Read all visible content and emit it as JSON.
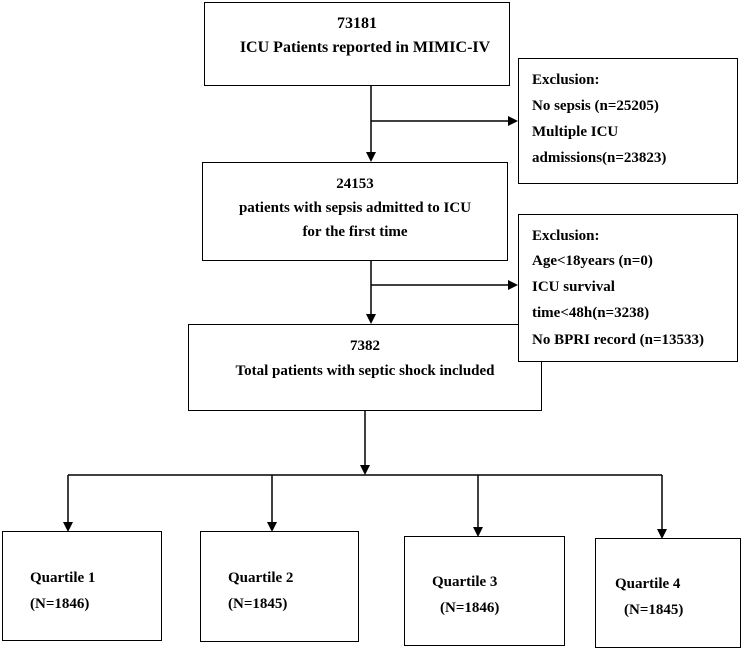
{
  "main_boxes": [
    {
      "lines": [
        "73181",
        "ICU Patients reported in MIMIC-IV"
      ]
    },
    {
      "lines": [
        "24153",
        "patients with sepsis admitted to ICU",
        "for the first time"
      ]
    },
    {
      "lines": [
        "7382",
        "Total patients with septic shock included"
      ]
    }
  ],
  "exclusions": [
    {
      "lines": [
        "Exclusion:",
        "No  sepsis  (n=25205)",
        "Multiple ICU",
        "admissions(n=23823)"
      ]
    },
    {
      "lines": [
        "Exclusion:",
        "Age<18years (n=0)",
        "ICU survival",
        "time<48h(n=3238)",
        "No BPRI record (n=13533)"
      ]
    }
  ],
  "quartiles": [
    {
      "label": "Quartile 1",
      "n": "(N=1846)"
    },
    {
      "label": "Quartile 2",
      "n": "(N=1845)"
    },
    {
      "label": "Quartile 3",
      "n": "(N=1846)"
    },
    {
      "label": "Quartile 4",
      "n": "(N=1845)"
    }
  ]
}
